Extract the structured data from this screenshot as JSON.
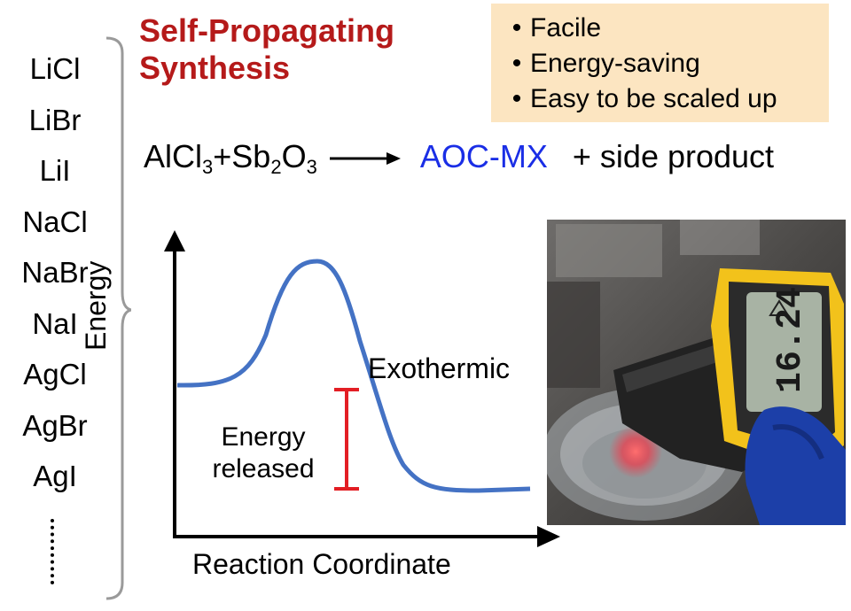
{
  "title": {
    "line1": "Self-Propagating",
    "line2": "Synthesis"
  },
  "salts": [
    "LiCl",
    "LiBr",
    "LiI",
    "NaCl",
    "NaBr",
    "NaI",
    "AgCl",
    "AgBr",
    "AgI"
  ],
  "benefits": [
    "Facile",
    "Energy-saving",
    "Easy to be scaled up"
  ],
  "equation": {
    "r1_main": "AlCl",
    "r1_sub": "3",
    "plus": "+",
    "r2_a": "Sb",
    "r2_sub1": "2",
    "r2_b": "O",
    "r2_sub2": "3",
    "product": "AOC-MX",
    "side": "+ side product"
  },
  "diagram": {
    "y_axis": "Energy",
    "x_axis": "Reaction Coordinate",
    "exothermic": "Exothermic",
    "released_line1": "Energy",
    "released_line2": "released"
  },
  "thermometer_reading": "16.24",
  "colors": {
    "title": "#b51a1a",
    "product": "#1a2ee6",
    "curve": "#4472c4",
    "marker": "#e31e24",
    "box": "#fce5c1"
  }
}
